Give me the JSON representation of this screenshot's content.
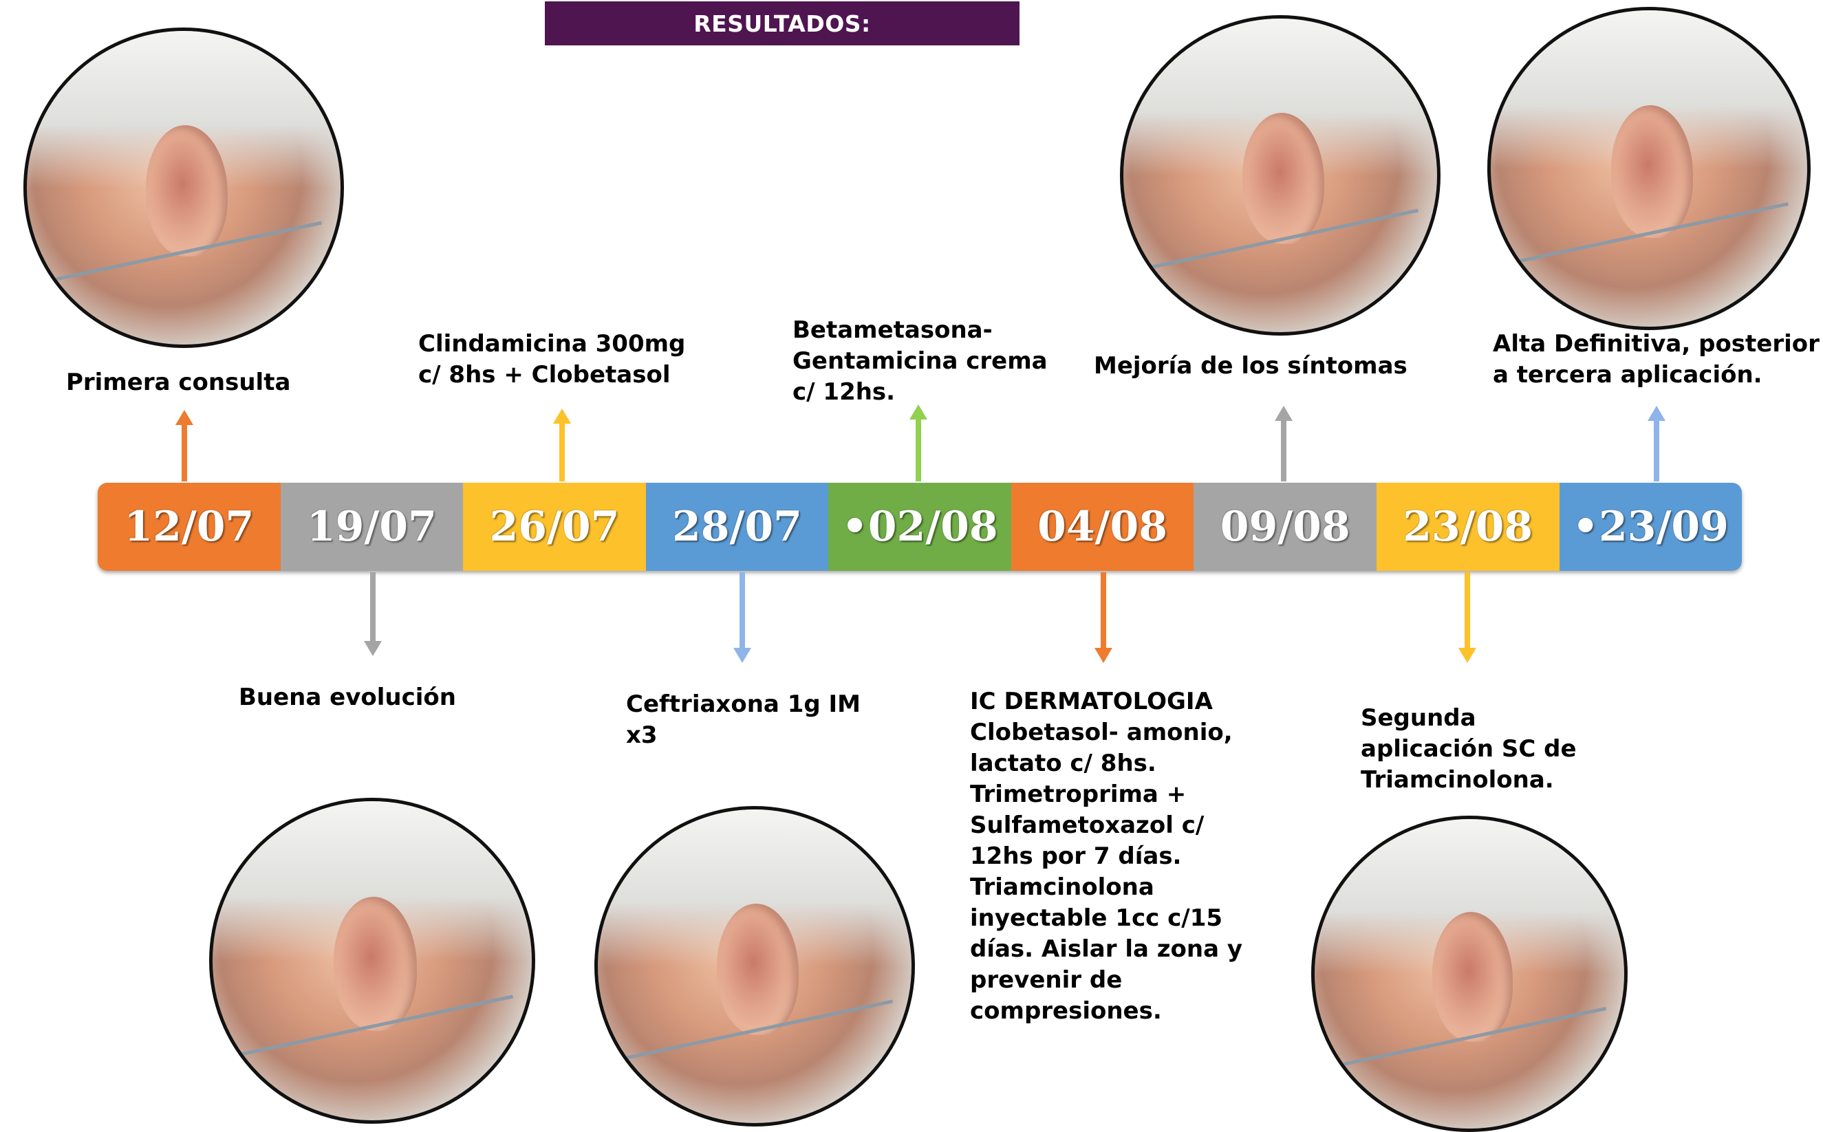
{
  "header": {
    "title": "RESULTADOS:"
  },
  "timeline": {
    "segments": [
      {
        "date": "12/07",
        "color": "#ee7b2e"
      },
      {
        "date": "19/07",
        "color": "#a5a5a5"
      },
      {
        "date": "26/07",
        "color": "#fdc12b"
      },
      {
        "date": "28/07",
        "color": "#5b9bd5"
      },
      {
        "date": "•02/08",
        "color": "#70ad47"
      },
      {
        "date": "04/08",
        "color": "#ee7b2e"
      },
      {
        "date": "09/08",
        "color": "#a5a5a5"
      },
      {
        "date": "23/08",
        "color": "#fdc12b"
      },
      {
        "date": "•23/09",
        "color": "#5b9bd5"
      }
    ]
  },
  "events": {
    "e1": {
      "lines": [
        "Primera consulta"
      ]
    },
    "e2": {
      "lines": [
        "Buena evolución"
      ]
    },
    "e3": {
      "lines": [
        "Clindamicina 300mg",
        "c/ 8hs  + Clobetasol"
      ]
    },
    "e4": {
      "lines": [
        "Ceftriaxona 1g IM",
        "x3"
      ]
    },
    "e5": {
      "lines": [
        "Betametasona-",
        "Gentamicina crema",
        "c/ 12hs."
      ]
    },
    "e6": {
      "lines": [
        "IC DERMATOLOGIA",
        "Clobetasol- amonio,",
        "lactato  c/ 8hs.",
        "Trimetroprima +",
        "Sulfametoxazol c/",
        "12hs por 7 días.",
        "Triamcinolona",
        "inyectable 1cc c/15",
        "días. Aislar la zona y",
        "prevenir de",
        "compresiones."
      ]
    },
    "e7": {
      "lines": [
        "Mejoría de los síntomas"
      ]
    },
    "e8": {
      "lines": [
        "Segunda",
        "aplicación SC de",
        "Triamcinolona."
      ]
    },
    "e9": {
      "lines": [
        "Alta Definitiva, posterior",
        "a tercera aplicación."
      ]
    }
  },
  "colors": {
    "header_bg": "#4f1550",
    "orange": "#ee7b2e",
    "gray": "#a5a5a5",
    "yellow": "#fdc12b",
    "blue": "#5b9bd5",
    "green": "#70ad47",
    "light_blue": "#8fb4ea"
  }
}
